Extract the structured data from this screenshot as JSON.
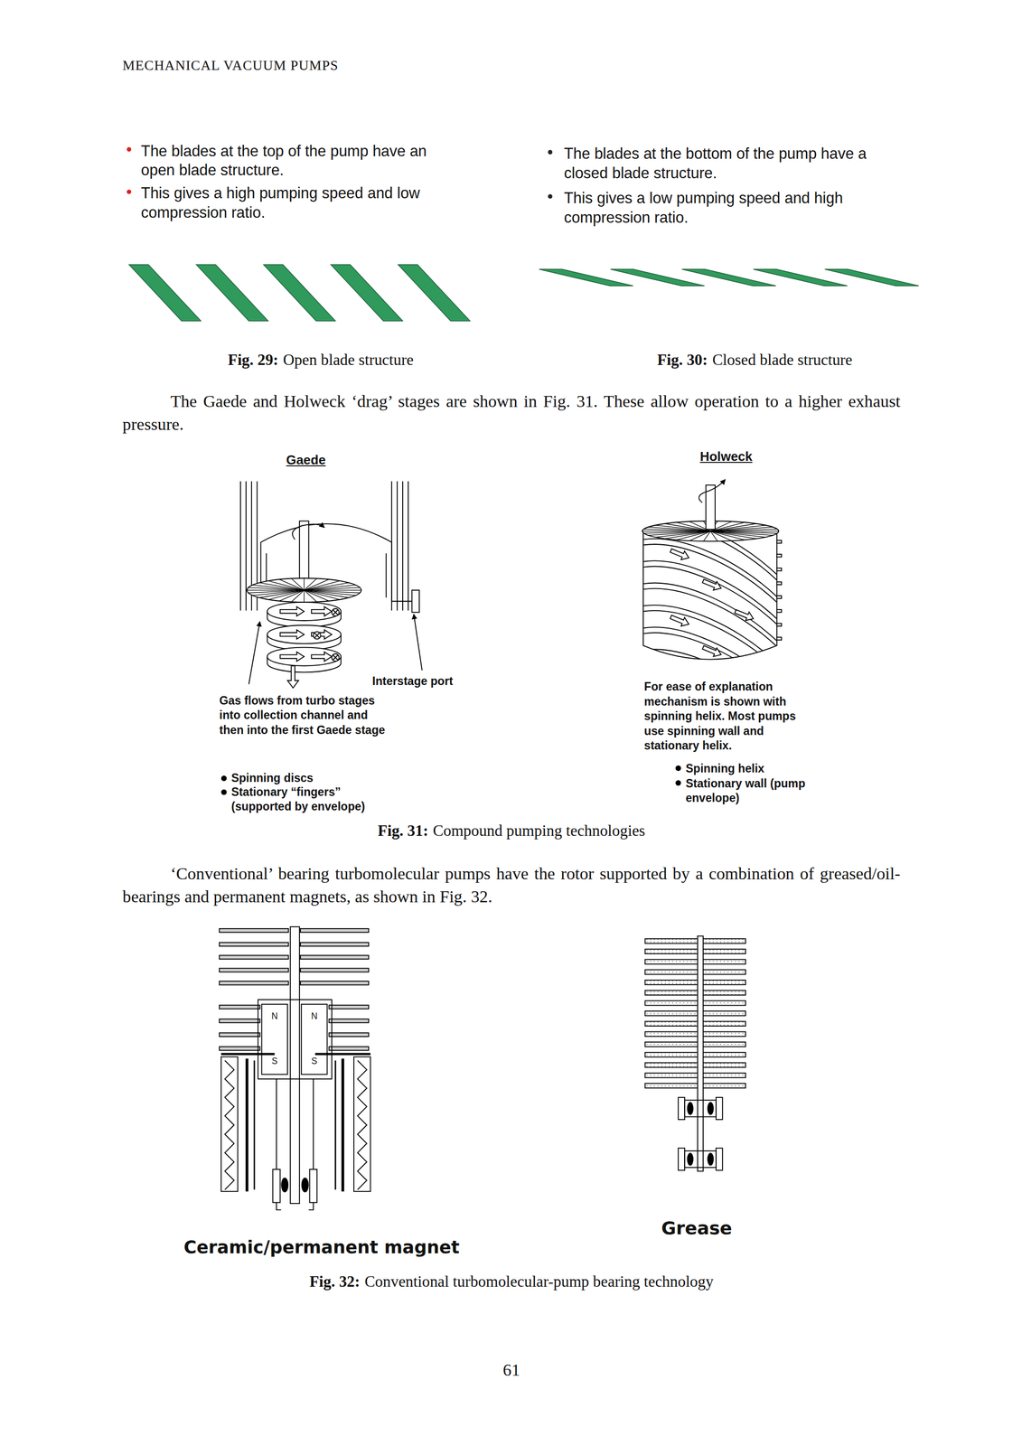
{
  "diagram": {
    "labels": [
      "MECHANICAL VACUUM PUMPS",
      "The blades at the top of the pump have an open blade structure.",
      "This gives a high pumping speed and low compression ratio.",
      "The blades at the bottom of the pump have a closed blade structure.",
      "This gives a low pumping speed and high compression ratio.",
      "Fig. 29:",
      "Open blade structure",
      "Fig. 30:",
      "Closed blade structure",
      "The Gaede and Holweck ‘drag’ stages are shown in Fig. 31. These allow operation to a higher exhaust pressure.",
      "Gaede",
      "Holweck",
      "Interstage port",
      "Gas flows from turbo stages into collection channel and then into the first Gaede stage",
      "Spinning discs",
      "Stationary “fingers” (supported by envelope)",
      "For ease of explanation mechanism is shown with spinning helix.  Most pumps use spinning wall and stationary helix.",
      "Spinning helix",
      "Stationary wall (pump envelope)",
      "Fig. 31:",
      "Compound pumping technologies",
      "‘Conventional’ bearing turbomolecular pumps have the rotor supported by a combination of greased/oil-bearings and permanent magnets, as shown in Fig. 32.",
      "N",
      "N",
      "S",
      "S",
      "Grease",
      "Ceramic/permanent magnet",
      "Fig. 32:",
      "Conventional turbomolecular-pump bearing technology",
      "61"
    ]
  }
}
